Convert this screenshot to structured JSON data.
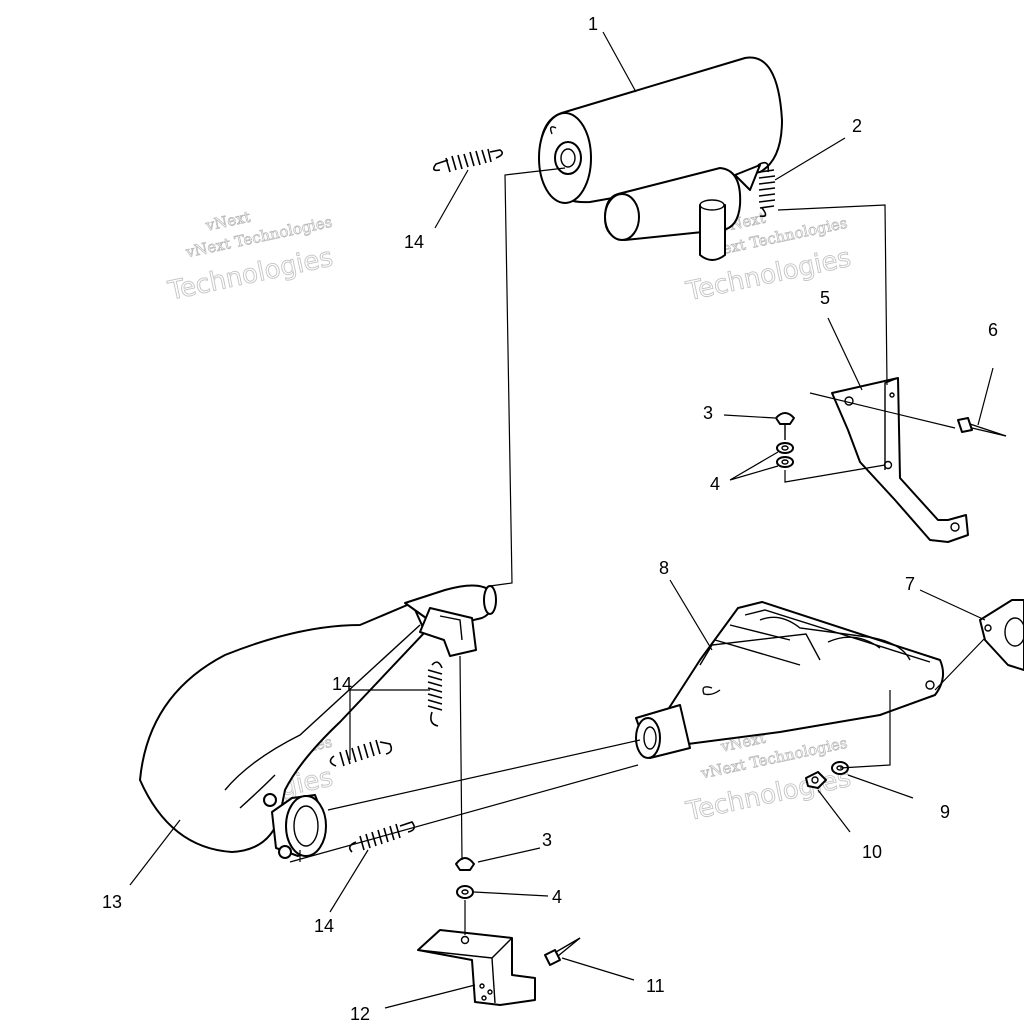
{
  "watermark": {
    "brand": "vNext",
    "line": "vNext Technologies",
    "big": "Technologies"
  },
  "callouts": {
    "c1": "1",
    "c2": "2",
    "c3a": "3",
    "c3b": "3",
    "c4a": "4",
    "c4b": "4",
    "c5": "5",
    "c6": "6",
    "c7": "7",
    "c8": "8",
    "c9": "9",
    "c10": "10",
    "c11": "11",
    "c12": "12",
    "c13": "13",
    "c14a": "14",
    "c14b": "14",
    "c14c": "14"
  }
}
